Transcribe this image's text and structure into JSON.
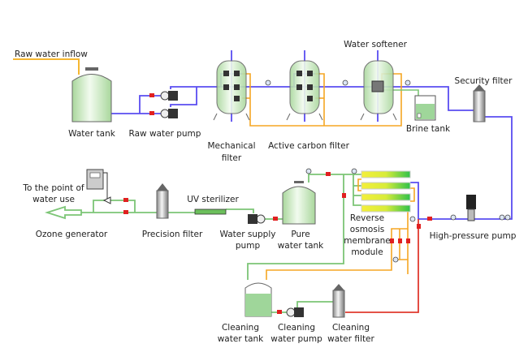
{
  "labels": {
    "raw_water_inflow": "Raw water inflow",
    "water_tank": "Water tank",
    "raw_water_pump": "Raw water pump",
    "mechanical_filter": [
      "Mechanical",
      "filter"
    ],
    "active_carbon_filter": "Active carbon filter",
    "water_softener": "Water softener",
    "brine_tank": "Brine tank",
    "security_filter": "Security filter",
    "high_pressure_pump": "High-pressure pump",
    "ro_module": [
      "Reverse",
      "osmosis",
      "membrane",
      "module"
    ],
    "pure_water_tank": [
      "Pure",
      "water tank"
    ],
    "water_supply_pump": [
      "Water supply",
      "pump"
    ],
    "uv_sterilizer": "UV sterilizer",
    "precision_filter": "Precision filter",
    "ozone_generator": "Ozone generator",
    "point_of_use": [
      "To the point of",
      "water use"
    ],
    "cleaning_water_tank": [
      "Cleaning",
      "water tank"
    ],
    "cleaning_water_pump": [
      "Cleaning",
      "water pump"
    ],
    "cleaning_water_filter": [
      "Cleaning",
      "water filter"
    ]
  },
  "colors": {
    "raw_line": "#f5b731",
    "feed_line": "#5a4df0",
    "backwash_line": "#f5a623",
    "product_line": "#7cc576",
    "cleaning_line": "#e03a2f",
    "valve": "#e02020",
    "tank_fill": "#c8e8c0"
  }
}
